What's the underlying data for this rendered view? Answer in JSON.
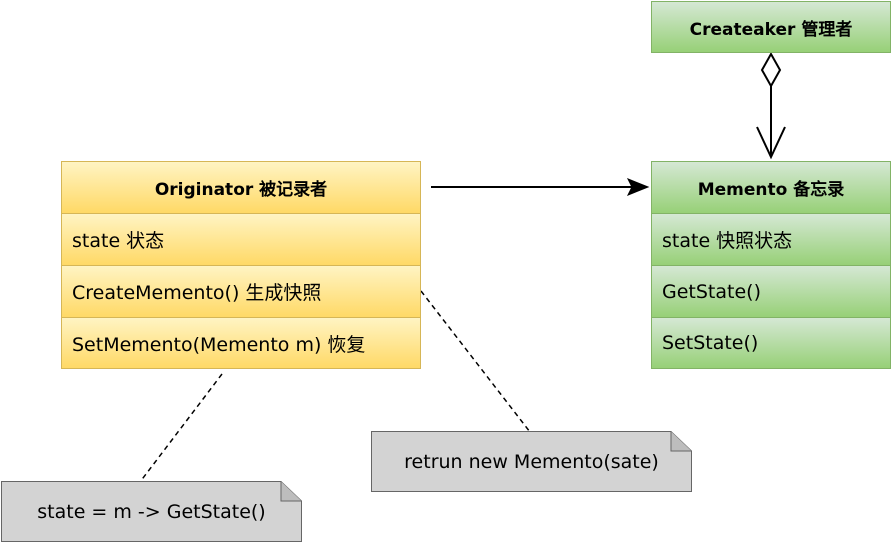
{
  "caretaker": {
    "title": "Createaker  管理者"
  },
  "memento": {
    "title": "Memento 备忘录",
    "rows": [
      "state 快照状态",
      "GetState()",
      "SetState()"
    ]
  },
  "originator": {
    "title": "Originator 被记录者",
    "rows": [
      "state 状态",
      "CreateMemento() 生成快照",
      "SetMemento(Memento m) 恢复"
    ]
  },
  "notes": {
    "create_memento": "retrun new Memento(sate)",
    "set_memento": "state = m -> GetState()"
  },
  "colors": {
    "yellow_fill": "#ffd966",
    "yellow_stroke": "#d6b656",
    "green_fill": "#97d077",
    "green_stroke": "#82b366",
    "note_fill": "#d3d3d3",
    "note_stroke": "#666666"
  }
}
